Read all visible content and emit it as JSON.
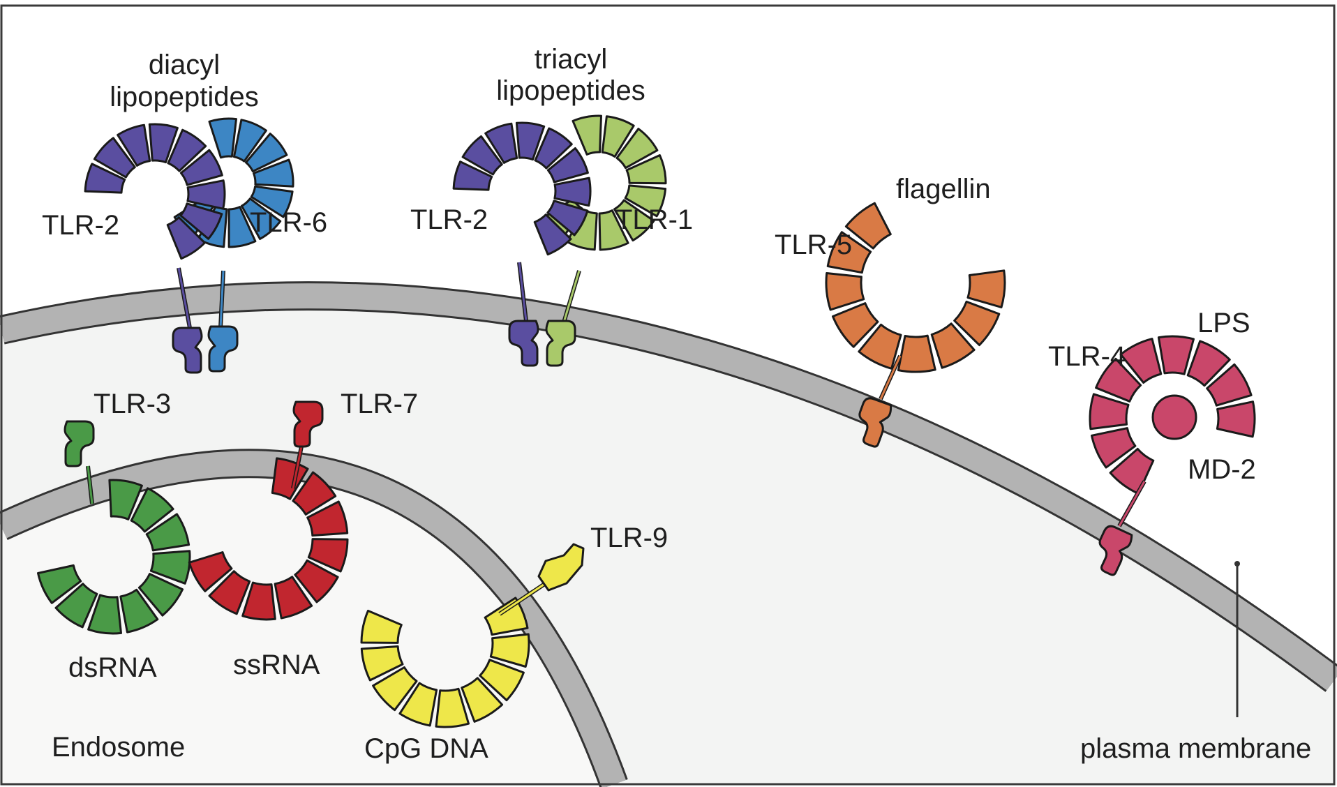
{
  "colors": {
    "frame": "#3a3a3a",
    "extracellular": "#ffffff",
    "cytoplasm": "#f3f4f3",
    "membrane": "#b3b3b3",
    "membrane_edge": "#333333",
    "endosome_lumen": "#f8f8f7",
    "tlr2": "#5a4ea0",
    "tlr6": "#3d86c4",
    "tlr1": "#a9c96a",
    "tlr5": "#d97a45",
    "tlr4": "#c9476a",
    "tlr3": "#4a9a47",
    "tlr7": "#c1262f",
    "tlr9": "#eee74a"
  },
  "labels": {
    "diacyl_line1": "diacyl",
    "diacyl_line2": "lipopeptides",
    "triacyl_line1": "triacyl",
    "triacyl_line2": "lipopeptides",
    "tlr2_left": "TLR-2",
    "tlr6": "TLR-6",
    "tlr2_right": "TLR-2",
    "tlr1": "TLR-1",
    "flagellin": "flagellin",
    "tlr5": "TLR-5",
    "lps": "LPS",
    "tlr4": "TLR-4",
    "md2": "MD-2",
    "tlr3": "TLR-3",
    "tlr7": "TLR-7",
    "tlr9": "TLR-9",
    "dsrna": "dsRNA",
    "ssrna": "ssRNA",
    "endosome": "Endosome",
    "cpg_dna": "CpG DNA",
    "plasma_membrane": "plasma membrane"
  }
}
